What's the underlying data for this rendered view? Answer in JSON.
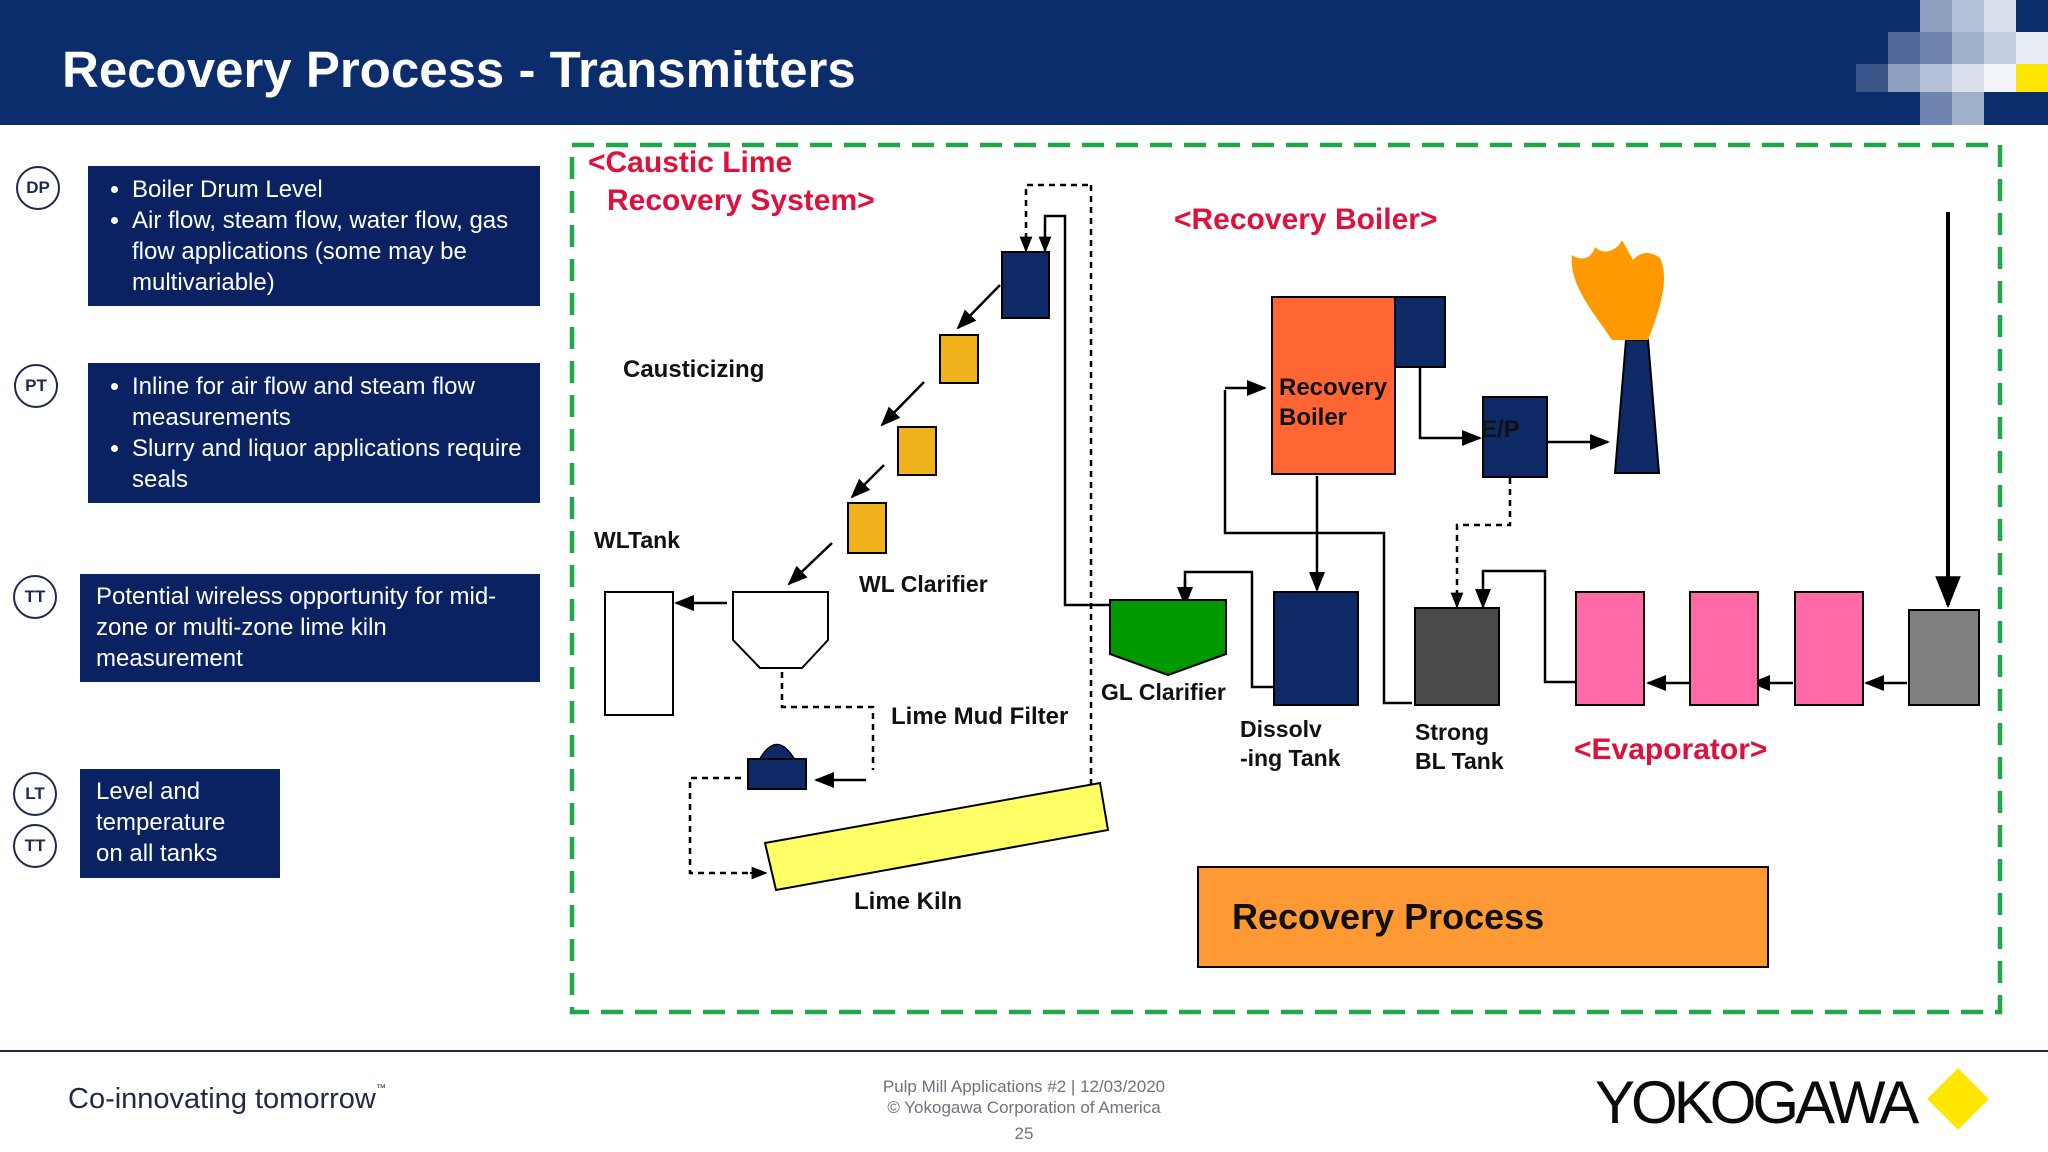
{
  "slide": {
    "title": "Recovery Process - Transmitters"
  },
  "transmitters": [
    {
      "tag": "DP",
      "bullets": [
        "Boiler Drum Level",
        "Air flow, steam flow, water flow, gas flow applications (some may be multivariable)"
      ]
    },
    {
      "tag": "PT",
      "bullets": [
        "Inline for air flow and steam flow measurements",
        "Slurry and liquor applications require seals"
      ]
    },
    {
      "tag": "TT",
      "text": "Potential wireless opportunity for mid-zone or multi-zone lime kiln measurement"
    },
    {
      "tags": [
        "LT",
        "TT"
      ],
      "text_lines": [
        "Level and",
        "temperature",
        "on all tanks"
      ]
    }
  ],
  "diagram": {
    "caustic_title_1": "<Caustic Lime",
    "caustic_title_2": "Recovery System>",
    "recovery_boiler_title": "<Recovery Boiler>",
    "causticizing": "Causticizing",
    "wl_tank": "WLTank",
    "wl_clarifier": "WL Clarifier",
    "lime_mud_filter": "Lime Mud Filter",
    "lime_kiln": "Lime Kiln",
    "gl_clarifier": "GL Clarifier",
    "recovery_boiler_1": "Recovery",
    "recovery_boiler_2": "Boiler",
    "ep": "E/P",
    "dissolving_1": "Dissolv",
    "dissolving_2": "-ing Tank",
    "strong_bl_1": "Strong",
    "strong_bl_2": "BL Tank",
    "evaporator": "<Evaporator>",
    "recovery_process": "Recovery Process"
  },
  "footer": {
    "tagline": "Co-innovating tomorrow",
    "tm": "™",
    "meta_line1": "Pulp Mill Applications #2 | 12/03/2020",
    "meta_line2": "© Yokogawa Corporation of America",
    "page_number": "25",
    "logo": "YOKOGAWA"
  },
  "colors": {
    "header_bg": "#0b2d6b",
    "box_bg": "#0b2262",
    "red_label": "#e0103c",
    "dashed_border": "#21a64a",
    "boiler": "#ff6633",
    "tank_navy": "#0d2a66",
    "gold": "#f0b31e",
    "yellow_kiln": "#ffff66",
    "green_clarifier": "#009900",
    "pink": "#ff69a6",
    "grey": "#808080",
    "dark_grey": "#4a4a4a",
    "flame": "#ff9900",
    "recovery_process_box": "#ff9933",
    "logo_yellow": "#ffe600"
  },
  "icons": [
    "flame-icon",
    "yokogawa-diamond-icon"
  ]
}
